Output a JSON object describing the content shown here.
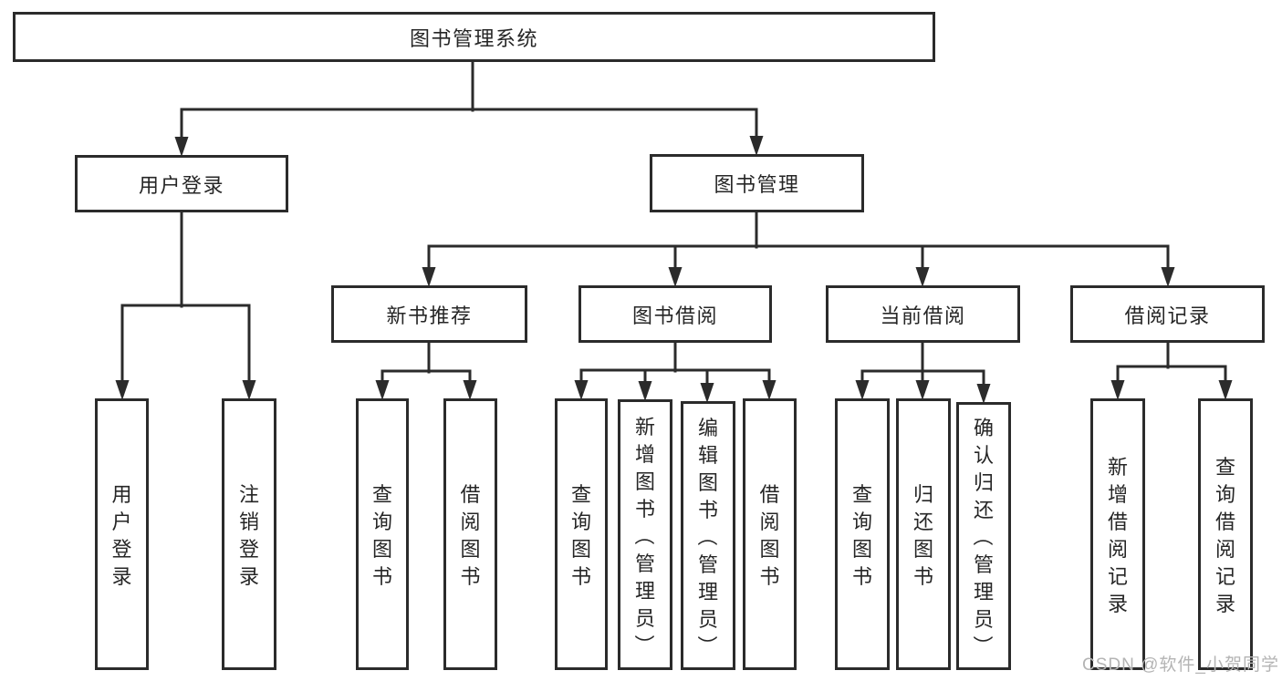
{
  "diagram": {
    "root": {
      "label": "图书管理系统"
    },
    "branches": [
      {
        "label": "用户登录",
        "children": [
          {
            "label": "用户登录"
          },
          {
            "label": "注销登录"
          }
        ]
      },
      {
        "label": "图书管理",
        "sections": [
          {
            "label": "新书推荐",
            "children": [
              {
                "label": "查询图书"
              },
              {
                "label": "借阅图书"
              }
            ]
          },
          {
            "label": "图书借阅",
            "children": [
              {
                "label": "查询图书"
              },
              {
                "label": "新增图书（管理员）"
              },
              {
                "label": "编辑图书（管理员）"
              },
              {
                "label": "借阅图书"
              }
            ]
          },
          {
            "label": "当前借阅",
            "children": [
              {
                "label": "查询图书"
              },
              {
                "label": "归还图书"
              },
              {
                "label": "确认归还（管理员）"
              }
            ]
          },
          {
            "label": "借阅记录",
            "children": [
              {
                "label": "新增借阅记录"
              },
              {
                "label": "查询借阅记录"
              }
            ]
          }
        ]
      }
    ]
  },
  "watermark": {
    "text": "CSDN @软件_小贺同学",
    "color": "#b4b4b4"
  },
  "colors": {
    "line": "#2b2b2b",
    "box_border": "#2b2b2b",
    "text": "#262626",
    "background": "#ffffff"
  }
}
